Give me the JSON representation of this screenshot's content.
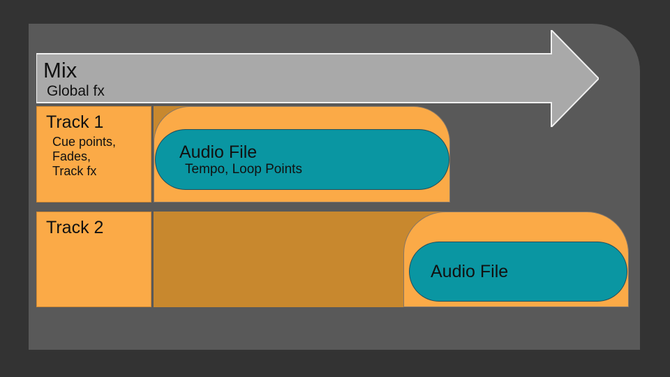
{
  "slide": {
    "background": "#333333",
    "panel_color": "#595959",
    "text_color": "#111111"
  },
  "palette": {
    "orange_light": "#fbaa47",
    "orange_dark": "#c8882e",
    "teal": "#0a96a2",
    "arrow_fill": "#a9a9a9",
    "arrow_outline": "#f0f0f0"
  },
  "mix": {
    "label": "Mix",
    "sublabel": "Global fx"
  },
  "tracks": [
    {
      "label": "Track 1",
      "details": [
        "Cue points,",
        "Fades,",
        "Track fx"
      ],
      "audio_file": {
        "label": "Audio File",
        "sublabel": "Tempo, Loop Points"
      }
    },
    {
      "label": "Track 2",
      "details": [],
      "audio_file": {
        "label": "Audio File"
      }
    }
  ]
}
